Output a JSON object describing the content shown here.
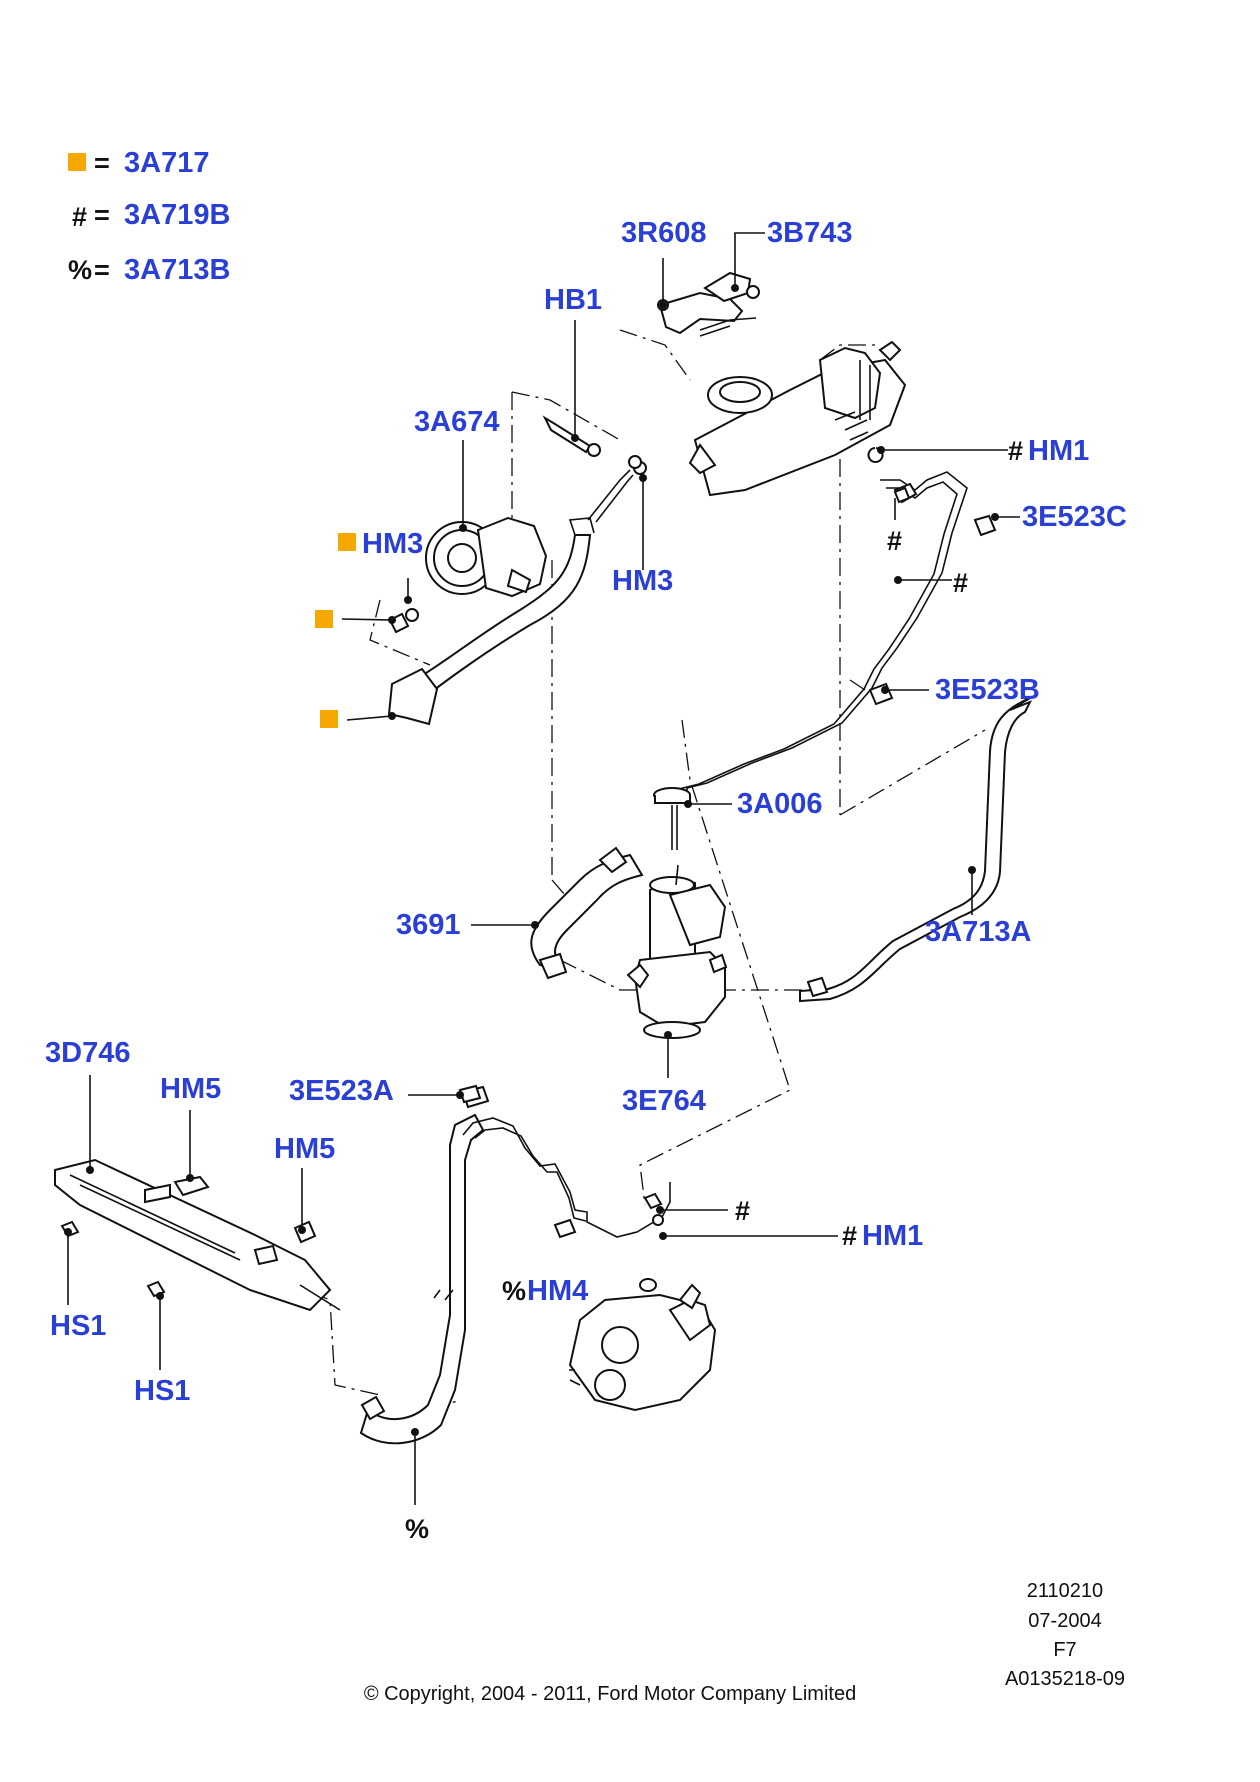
{
  "legend": [
    {
      "symbol": "",
      "symbol_kind": "orange-square",
      "equals": "=",
      "code": "3A717"
    },
    {
      "symbol": "#",
      "symbol_kind": "hash",
      "equals": "=",
      "code": "3A719B"
    },
    {
      "symbol": "%",
      "symbol_kind": "percent",
      "equals": "=",
      "code": "3A713B"
    }
  ],
  "callouts": {
    "3R608": "3R608",
    "3B743": "3B743",
    "HB1": "HB1",
    "3A674": "3A674",
    "HM3_left": "HM3",
    "HM3_center": "HM3",
    "HM1_top": "HM1",
    "3E523C": "3E523C",
    "3E523B": "3E523B",
    "3A006": "3A006",
    "3691": "3691",
    "3A713A": "3A713A",
    "3E764": "3E764",
    "3D746": "3D746",
    "HM5_a": "HM5",
    "HM5_b": "HM5",
    "3E523A": "3E523A",
    "HS1_a": "HS1",
    "HS1_b": "HS1",
    "HM4": "HM4",
    "HM1_bottom": "HM1"
  },
  "symbols": {
    "hash_top_pipe": "#",
    "hash_top_right": "#",
    "hash_top_label": "#",
    "hash_bottom_a": "#",
    "hash_bottom_b": "#",
    "percent_hm4": "%",
    "percent_bottom": "%"
  },
  "footer": {
    "line1": "2110210",
    "line2": "07-2004",
    "line3": "F7",
    "line4": "A0135218-09",
    "copyright": "© Copyright, 2004 - 2011, Ford Motor Company Limited"
  },
  "colors": {
    "callout": "#2a3fd6",
    "legend_square": "#f5a800",
    "line": "#111111"
  }
}
